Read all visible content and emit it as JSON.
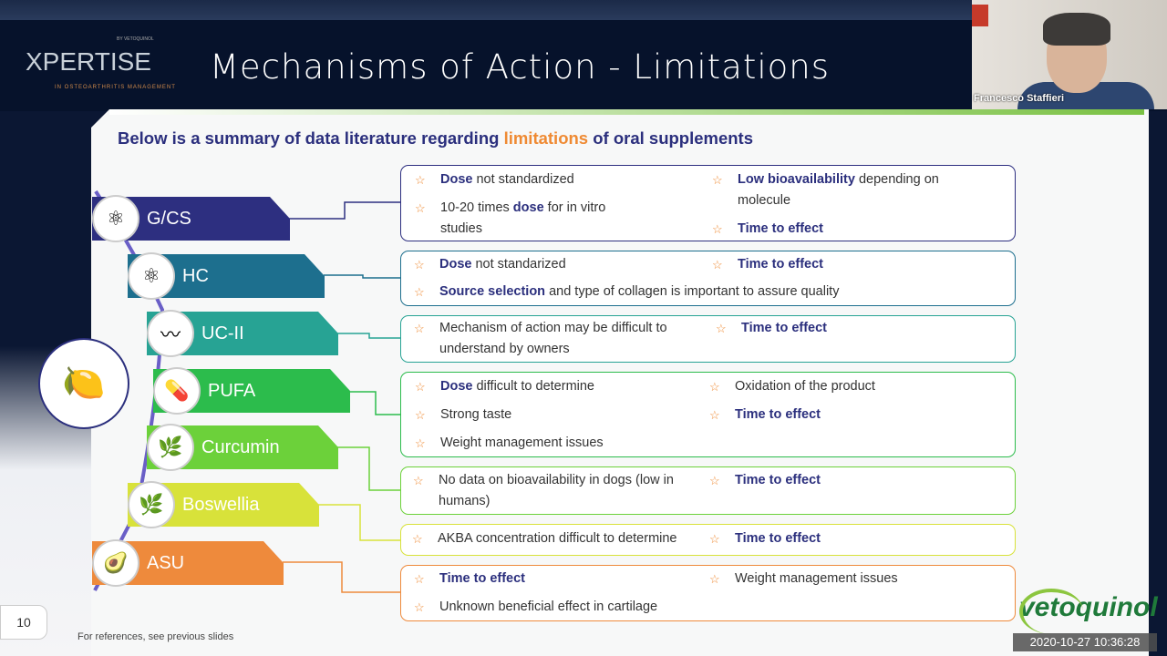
{
  "header": {
    "title": "Mechanisms of Action - Limitations",
    "logo_text": "XPERTISE",
    "logo_by": "BY VETOQUINOL",
    "logo_sub": "IN OSTEOARTHRITIS MANAGEMENT"
  },
  "webcam": {
    "name": "Francesco Staffieri"
  },
  "subtitle": {
    "pre": "Below is a summary of data literature regarding ",
    "highlight": "limitations",
    "post": " of oral supplements"
  },
  "categories": [
    {
      "label": "G/CS",
      "color": "#2d2f80"
    },
    {
      "label": "HC",
      "color": "#1d6f8e"
    },
    {
      "label": "UC-II",
      "color": "#27a394"
    },
    {
      "label": "PUFA",
      "color": "#2cbc4c"
    },
    {
      "label": "Curcumin",
      "color": "#6cd13a"
    },
    {
      "label": "Boswellia",
      "color": "#d8e23a"
    },
    {
      "label": "ASU",
      "color": "#ee8a3c"
    }
  ],
  "boxes": [
    {
      "items": [
        {
          "b": "Dose",
          "t": " not standardized"
        },
        {
          "b": "",
          "t": "10-20 times ",
          "b2": "dose",
          "t2": " for in vitro studies"
        },
        {
          "b": "Low bioavailability",
          "t": " depending on molecule"
        },
        {
          "b": "Time to effect",
          "t": ""
        }
      ]
    },
    {
      "items": [
        {
          "b": "Dose",
          "t": " not standarized"
        },
        {
          "b": "Source selection",
          "t": " and type of collagen is important to assure quality"
        },
        {
          "b": "Time to effect",
          "t": ""
        }
      ]
    },
    {
      "items": [
        {
          "b": "",
          "t": "Mechanism of action may be difficult to understand by owners"
        },
        {
          "b": "Time to effect",
          "t": ""
        }
      ]
    },
    {
      "items": [
        {
          "b": "Dose",
          "t": " difficult to determine"
        },
        {
          "b": "",
          "t": "Strong taste"
        },
        {
          "b": "",
          "t": "Weight management issues"
        },
        {
          "b": "",
          "t": "Oxidation of the product"
        },
        {
          "b": "Time to effect",
          "t": ""
        }
      ]
    },
    {
      "items": [
        {
          "b": "",
          "t": "No data on bioavailability in dogs (low in humans)"
        },
        {
          "b": "Time to effect",
          "t": ""
        }
      ]
    },
    {
      "items": [
        {
          "b": "",
          "t": "AKBA concentration difficult to determine"
        },
        {
          "b": "Time to effect",
          "t": ""
        }
      ]
    },
    {
      "items": [
        {
          "b": "Time to effect",
          "t": ""
        },
        {
          "b": "",
          "t": "Unknown beneficial effect in cartilage"
        },
        {
          "b": "",
          "t": "Weight management issues"
        }
      ]
    }
  ],
  "footer": {
    "page": "10",
    "refs": "For references, see previous slides",
    "brand": "vetoquinol",
    "timestamp": "2020-10-27 10:36:28"
  }
}
